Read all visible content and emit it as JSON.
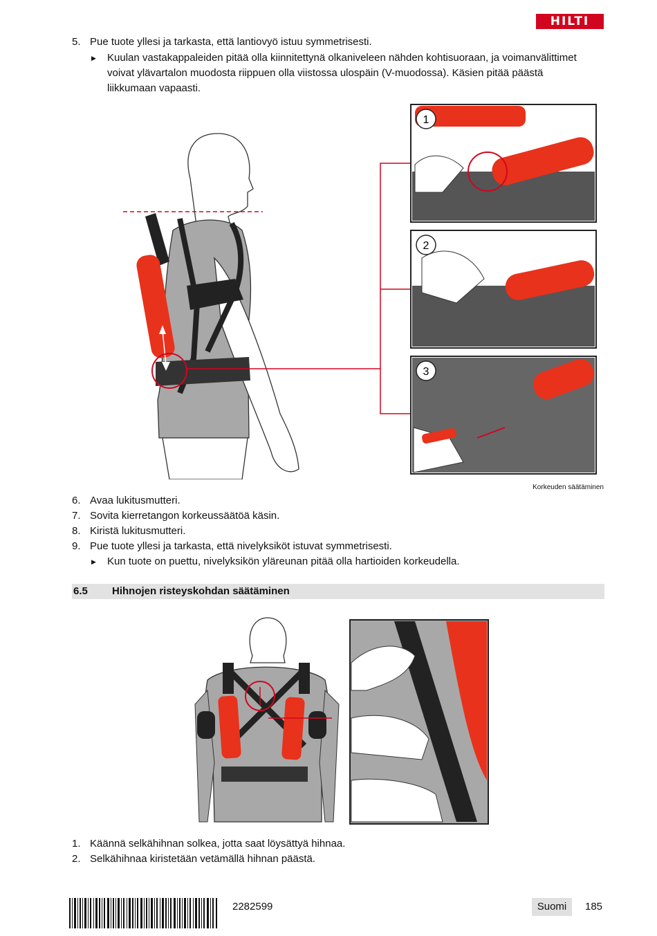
{
  "header": {
    "brand": "HILTI"
  },
  "step5": {
    "number": "5.",
    "text": "Pue tuote yllesi ja tarkasta, että lantiovyö istuu symmetrisesti.",
    "result_line1": "Kuulan vastakappaleiden pitää olla kiinnitettynä olkaniveleen nähden kohtisuoraan, ja voimanvälittimet",
    "result_line2": "voivat ylävartalon muodosta riippuen olla viistossa ulospäin (V-muodossa).  Käsien pitää päästä",
    "result_line3": "liikkumaan vapaasti."
  },
  "figure1": {
    "panel_labels": [
      "1",
      "2",
      "3"
    ],
    "caption": "Korkeuden säätäminen"
  },
  "steps_6_9": [
    {
      "number": "6.",
      "text": "Avaa lukitusmutteri."
    },
    {
      "number": "7.",
      "text": "Sovita kierretangon korkeussäätöä käsin."
    },
    {
      "number": "8.",
      "text": "Kiristä lukitusmutteri."
    },
    {
      "number": "9.",
      "text": "Pue tuote yllesi ja tarkasta, että nivelyksiköt istuvat symmetrisesti."
    }
  ],
  "step9_result": "Kun tuote on puettu, nivelyksikön yläreunan pitää olla hartioiden korkeudella.",
  "section": {
    "number": "6.5",
    "title": "Hihnojen risteyskohdan säätäminen"
  },
  "steps_final": [
    {
      "number": "1.",
      "text": "Käännä selkähihnan solkea, jotta saat löysättyä hihnaa."
    },
    {
      "number": "2.",
      "text": "Selkähihnaa kiristetään vetämällä hihnan päästä."
    }
  ],
  "footer": {
    "doc_number": "2282599",
    "language": "Suomi",
    "page": "185"
  },
  "colors": {
    "accent": "#d2051e",
    "strap": "#222222",
    "body_gray": "#a8a8a8"
  }
}
